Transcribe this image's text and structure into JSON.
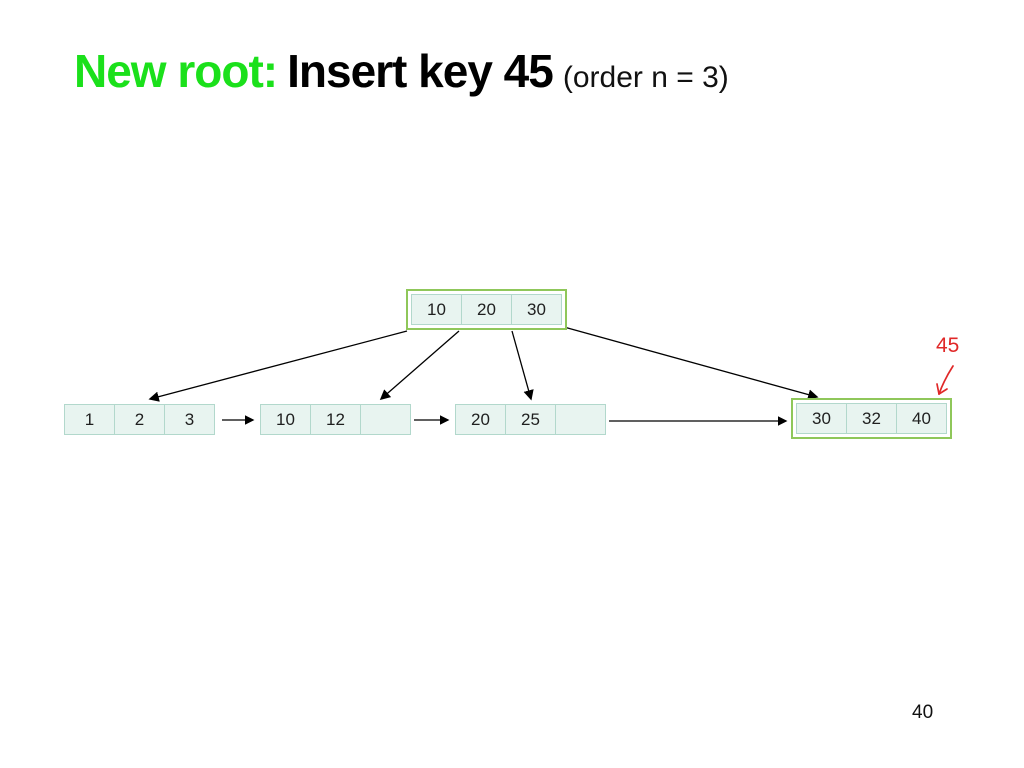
{
  "slide": {
    "title_highlight": "New root:",
    "title_main": "Insert key 45",
    "title_suffix": "(order n = 3)",
    "page_number": "40"
  },
  "annotation": {
    "insert_key_label": "45"
  },
  "colors": {
    "title_green": "#1be01b",
    "annotation_red": "#e02828",
    "node_outline_green": "#8fc75a",
    "cell_fill": "#e8f4f0",
    "cell_border": "#b2d8cc",
    "edge_black": "#000000"
  },
  "tree": {
    "type": "b-tree",
    "order": "3",
    "root": {
      "keys": [
        "10",
        "20",
        "30"
      ]
    },
    "leaves": [
      {
        "keys": [
          "1",
          "2",
          "3"
        ]
      },
      {
        "keys": [
          "10",
          "12",
          ""
        ]
      },
      {
        "keys": [
          "20",
          "25",
          ""
        ]
      },
      {
        "keys": [
          "30",
          "32",
          "40"
        ]
      }
    ]
  }
}
